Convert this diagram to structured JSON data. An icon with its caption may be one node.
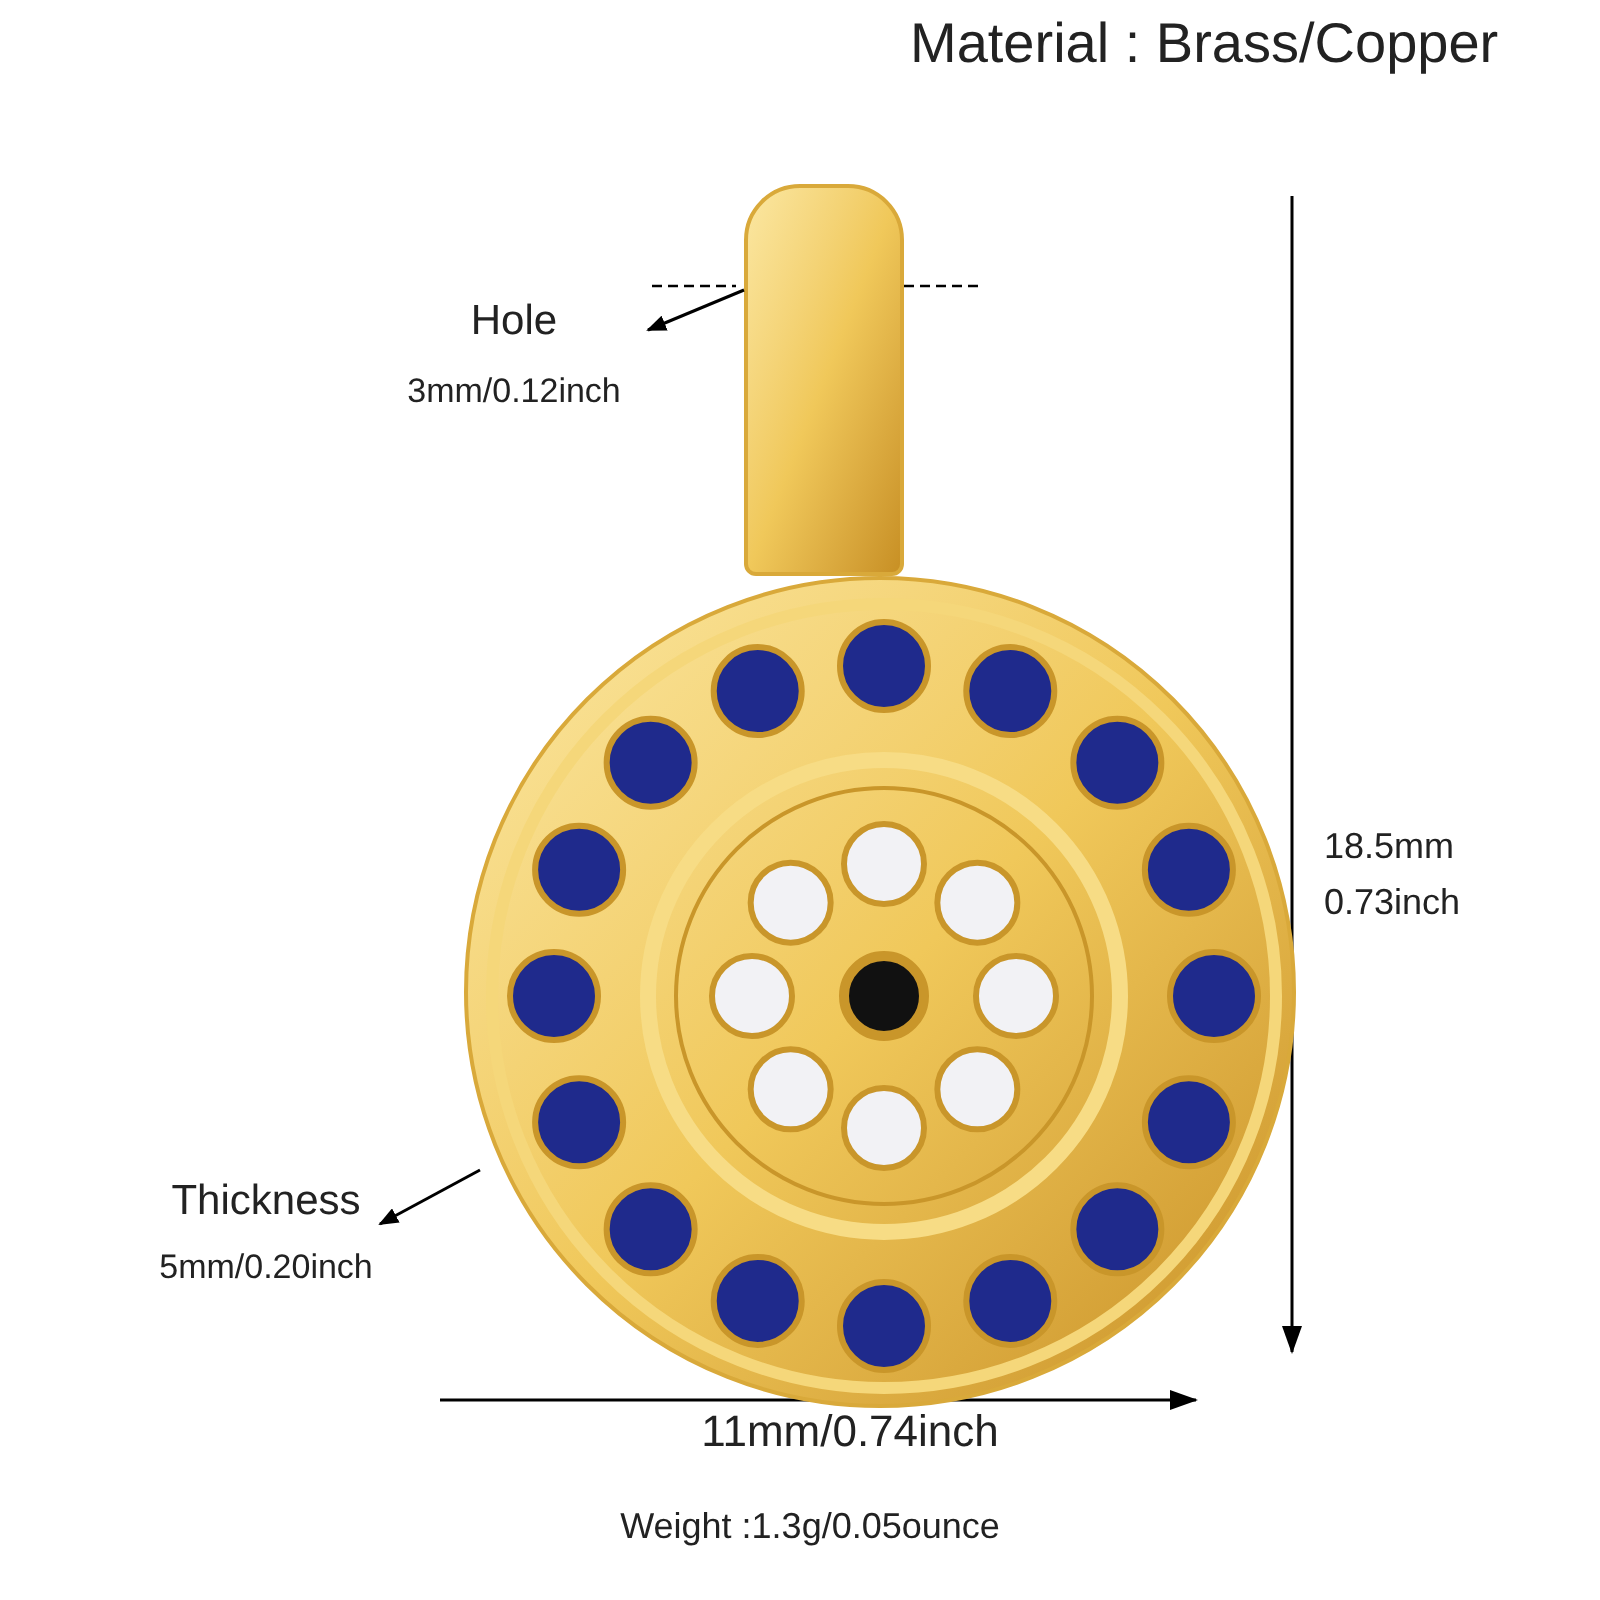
{
  "diagram": {
    "nodes": [
      {
        "text": [],
        "shape": "picture"
      },
      {
        "text": [
          "Hole",
          "3mm/0.12inch"
        ]
      },
      {
        "text": [],
        "shape": "picture"
      },
      {
        "text": [
          "Thickness",
          "5mm/0.20inch"
        ]
      }
    ],
    "edges": [
      {
        "from": 0,
        "to": 1,
        "arrow": "to"
      },
      {
        "from": 2,
        "to": 3,
        "arrow": "to"
      }
    ],
    "labels": [
      "Material : Brass/Copper",
      "18.5mm",
      "0.73inch",
      "11mm/0.74inch",
      "Weight :1.3g/0.05ounce"
    ]
  }
}
